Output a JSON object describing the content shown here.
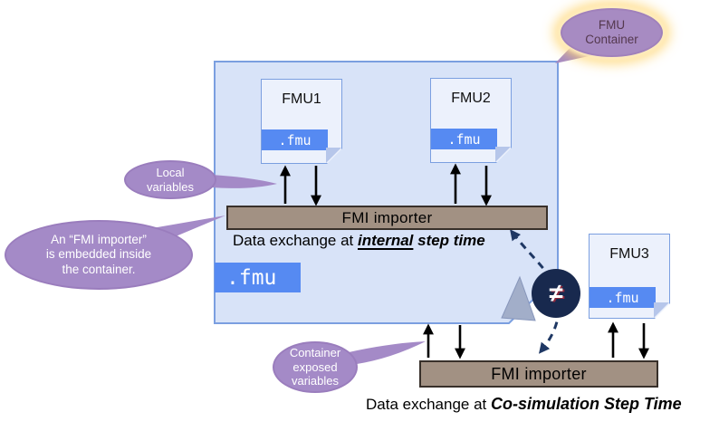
{
  "colors": {
    "container_fill": "#d8e3f8",
    "container_border": "#7b9fe0",
    "card_fill": "#ecf1fc",
    "fmu_chip_bg": "#568af2",
    "importer_bar_fill": "#a29183",
    "callout_purple": "#a48ac7",
    "callout_glow": "#ffd96e",
    "not_equal_navy": "#18294e",
    "arrow_black": "#000000",
    "dashed_arrow_navy": "#1f3864"
  },
  "container_chip": ".fmu",
  "cards": [
    {
      "title": "FMU1",
      "chip": ".fmu"
    },
    {
      "title": "FMU2",
      "chip": ".fmu"
    },
    {
      "title": "FMU3",
      "chip": ".fmu"
    }
  ],
  "importer_inner": "FMI importer",
  "importer_outer": "FMI importer",
  "caption_internal": {
    "prefix": "Data exchange at ",
    "underline": "internal",
    "suffix": " step time"
  },
  "caption_cosim": {
    "prefix": "Data exchange at ",
    "emphasis": "Co-simulation Step Time"
  },
  "callouts": {
    "fmu_container": {
      "line1": "FMU",
      "line2": "Container"
    },
    "local_variables": {
      "line1": "Local",
      "line2": "variables"
    },
    "embedded": {
      "line1": "An “FMI importer”",
      "line2": "is embedded inside",
      "line3": "the container."
    },
    "exposed": {
      "line1": "Container",
      "line2": "exposed",
      "line3": "variables"
    }
  },
  "not_equal_symbol": "≠"
}
